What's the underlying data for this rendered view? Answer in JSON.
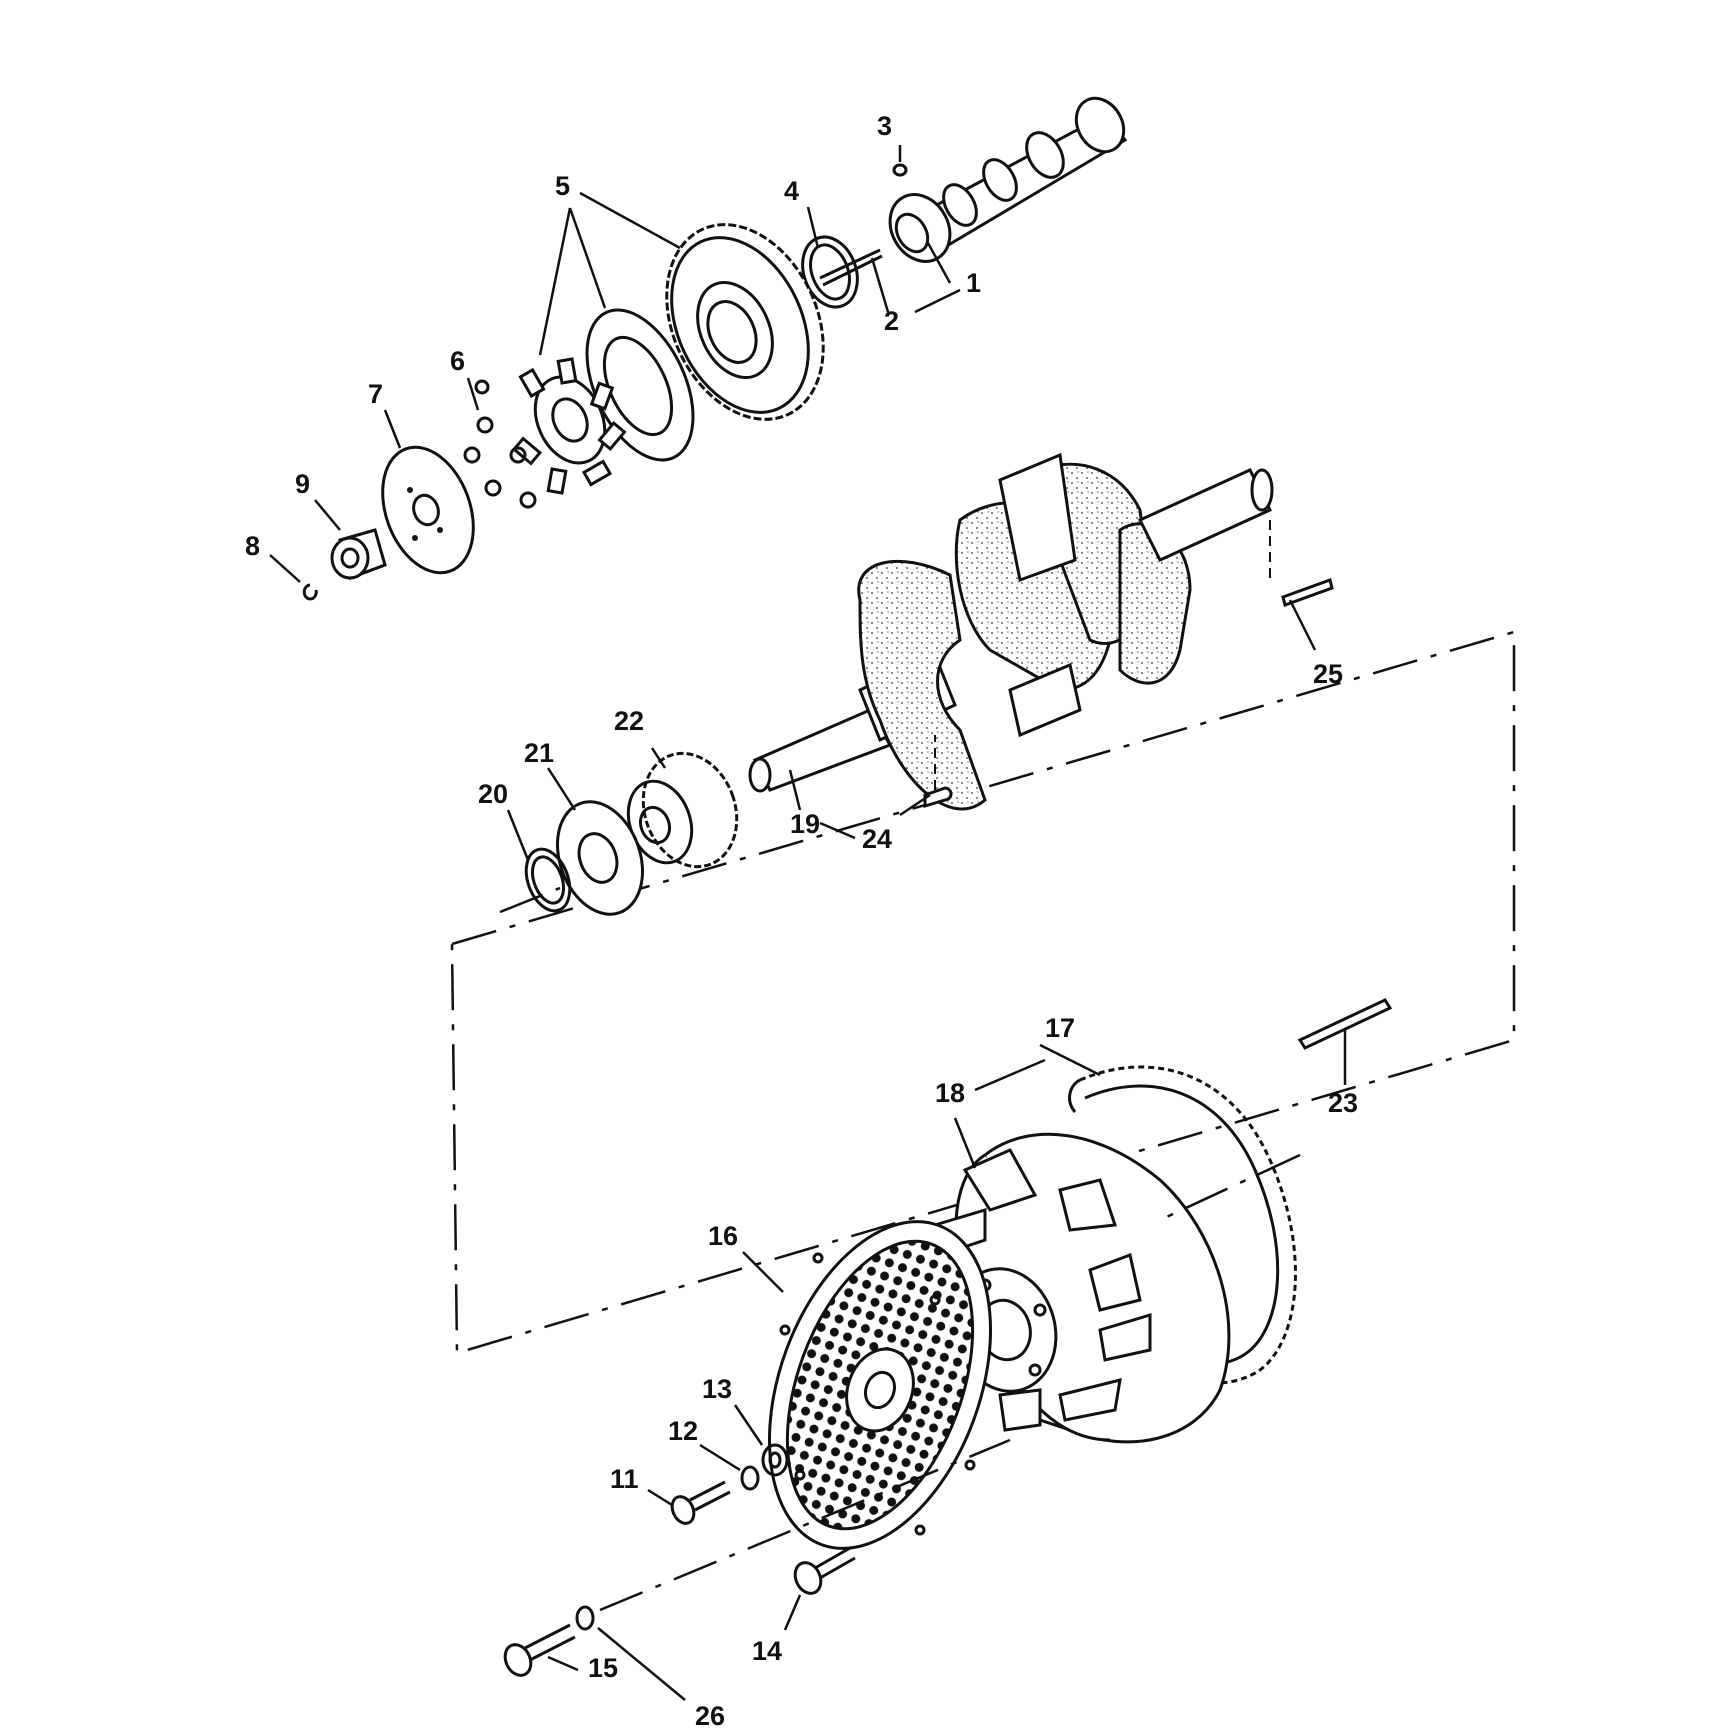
{
  "diagram": {
    "parts": [
      {
        "id": "camshaft",
        "label": "1"
      },
      {
        "id": "pin",
        "label": "2"
      },
      {
        "id": "ball-check",
        "label": "3"
      },
      {
        "id": "spacer-ring",
        "label": "4"
      },
      {
        "id": "cam-gear",
        "label": "5"
      },
      {
        "id": "ball",
        "label": "6"
      },
      {
        "id": "governor-cup",
        "label": "7"
      },
      {
        "id": "retaining-ring",
        "label": "8"
      },
      {
        "id": "sleeve",
        "label": "9"
      },
      {
        "id": "cap-screw",
        "label": "11"
      },
      {
        "id": "lock-washer",
        "label": "12"
      },
      {
        "id": "flat-washer",
        "label": "13"
      },
      {
        "id": "screw",
        "label": "14"
      },
      {
        "id": "bolt",
        "label": "15"
      },
      {
        "id": "screen",
        "label": "16"
      },
      {
        "id": "flywheel-assembly",
        "label": "17"
      },
      {
        "id": "flywheel",
        "label": "18"
      },
      {
        "id": "crankshaft",
        "label": "19"
      },
      {
        "id": "snap-ring",
        "label": "20"
      },
      {
        "id": "thrust-washer",
        "label": "21"
      },
      {
        "id": "crank-gear",
        "label": "22"
      },
      {
        "id": "ring-key",
        "label": "23"
      },
      {
        "id": "gear-key",
        "label": "24"
      },
      {
        "id": "flywheel-key",
        "label": "25"
      },
      {
        "id": "washer",
        "label": "26"
      }
    ]
  }
}
